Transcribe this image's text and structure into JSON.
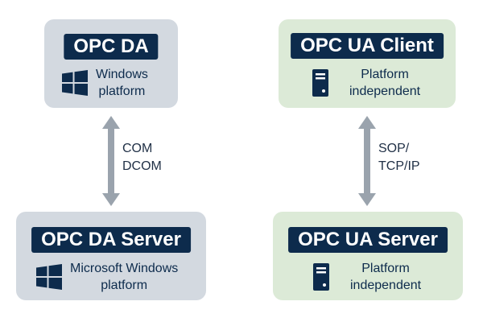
{
  "colors": {
    "title_bg": "#0d2b4c",
    "left_card_bg": "#d3d9e0",
    "right_card_bg": "#dcead7",
    "arrow": "#9aa3ad",
    "text": "#0d2b4c"
  },
  "left": {
    "client": {
      "title": "OPC DA",
      "icon": "windows-logo-icon",
      "line1": "Windows",
      "line2": "platform"
    },
    "connection": {
      "line1": "COM",
      "line2": "DCOM"
    },
    "server": {
      "title": "OPC DA Server",
      "icon": "windows-logo-icon",
      "line1": "Microsoft Windows",
      "line2": "platform"
    }
  },
  "right": {
    "client": {
      "title": "OPC UA Client",
      "icon": "server-tower-icon",
      "line1": "Platform",
      "line2": "independent"
    },
    "connection": {
      "line1": "SOP/",
      "line2": "TCP/IP"
    },
    "server": {
      "title": "OPC UA Server",
      "icon": "server-tower-icon",
      "line1": "Platform",
      "line2": "independent"
    }
  }
}
